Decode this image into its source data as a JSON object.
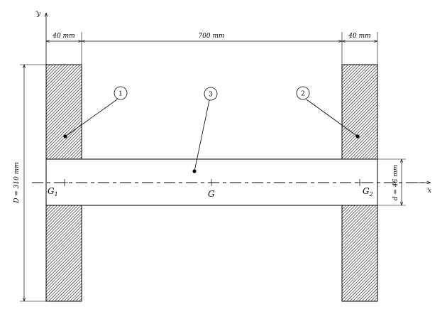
{
  "axes": {
    "y_label": "⃗y",
    "x_label": "⃗x"
  },
  "dimensions": {
    "left_width": "40 mm",
    "center_length": "700 mm",
    "right_width": "40 mm",
    "big_diameter": "D = 310 mm",
    "small_diameter": "d = 46 mm"
  },
  "points": {
    "g1": {
      "main": "G",
      "sub": "1"
    },
    "g": {
      "main": "G"
    },
    "g2": {
      "main": "G",
      "sub": "2"
    }
  },
  "parts": [
    "1",
    "2",
    "3"
  ],
  "colors": {
    "stroke": "#000000",
    "hatch": "#000000",
    "background": "#ffffff"
  }
}
